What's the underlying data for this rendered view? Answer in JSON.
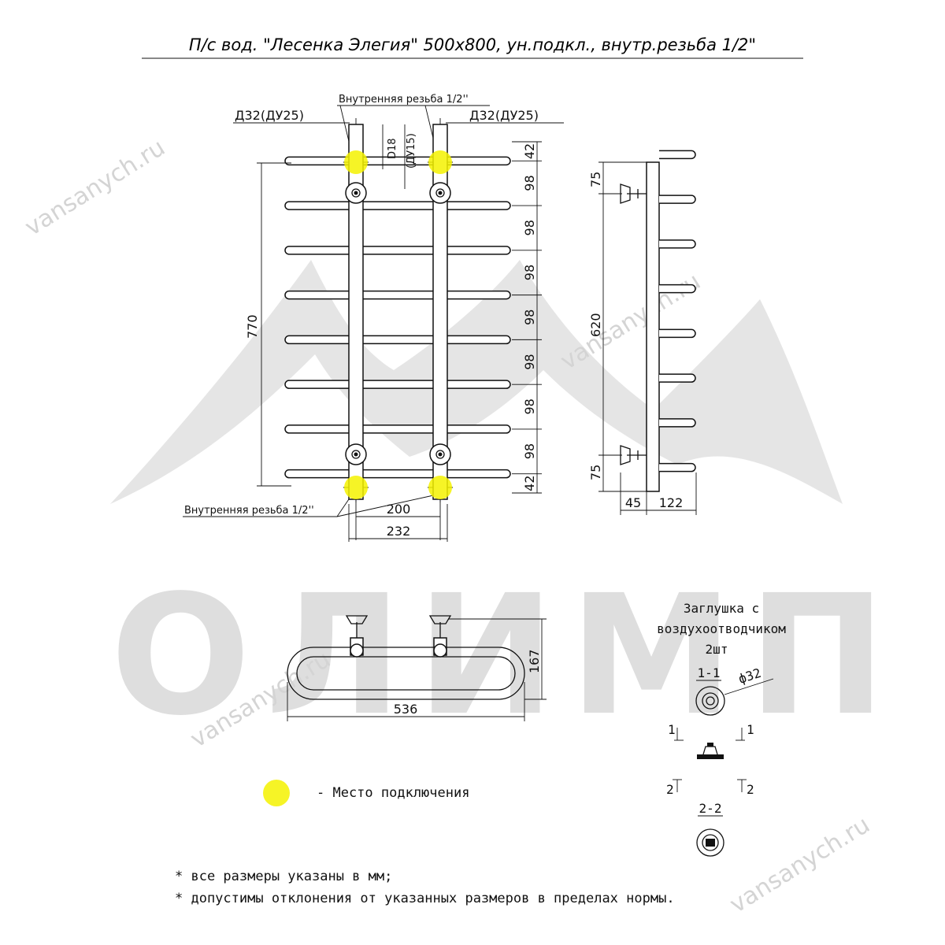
{
  "title": "П/с вод. \"Лесенка Элегия\" 500х800, ун.подкл., внутр.резьба 1/2\"",
  "front_view": {
    "thread_label_top": "Внутренняя резьба 1/2''",
    "thread_label_bottom": "Внутренняя резьба 1/2''",
    "pipe_left_label": "Д32(ДУ25)",
    "pipe_right_label": "Д32(ДУ25)",
    "d18_label": "D18",
    "du15_label": "(ДУ15)",
    "height_total": "770",
    "rung_spacings": [
      "42",
      "98",
      "98",
      "98",
      "98",
      "98",
      "98",
      "98",
      "42"
    ],
    "width_inner": "200",
    "width_outer": "232"
  },
  "side_view": {
    "top_offset": "75",
    "bracket_span": "620",
    "bottom_offset": "75",
    "depth_wall": "45",
    "depth_rung": "122"
  },
  "top_view": {
    "width": "536",
    "depth": "167"
  },
  "plug_detail": {
    "title_line1": "Заглушка с",
    "title_line2": "воздухоотводчиком",
    "title_line3": "2шт",
    "section1": "1-1",
    "diameter": "ф32",
    "cut1_left": "1",
    "cut1_right": "1",
    "cut2_left": "2",
    "cut2_right": "2",
    "section2": "2-2"
  },
  "legend": {
    "marker_color": "#f5f200",
    "text": "- Место подключения"
  },
  "notes": [
    "* все размеры указаны в мм;",
    "* допустимы отклонения от указанных размеров в пределах нормы."
  ],
  "watermark": {
    "brand": "ОЛИМП",
    "site": "vansanych.ru"
  }
}
